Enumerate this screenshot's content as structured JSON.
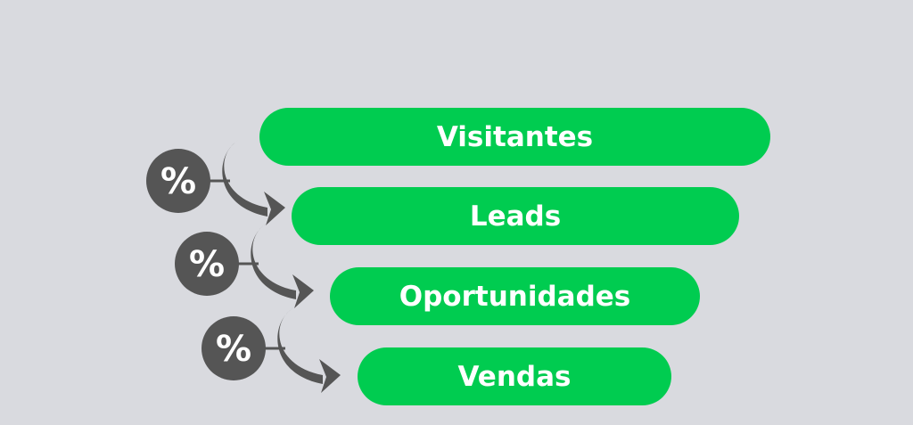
{
  "funnel": {
    "stages": [
      "Visitantes",
      "Leads",
      "Oportunidades",
      "Vendas"
    ],
    "conversion_symbol": "%"
  },
  "colors": {
    "background": "#d9dadf",
    "stage": "#00cc50",
    "connector": "#555555",
    "text": "#ffffff"
  }
}
